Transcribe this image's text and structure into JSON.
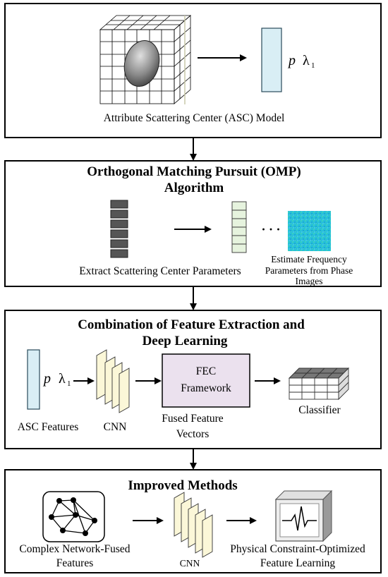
{
  "colors": {
    "border": "#000000",
    "vector_fill": "#d9eef5",
    "vector_stroke": "#2a4a5a",
    "param_fill": "#e6f3de",
    "cnn_fill": "#fbf7d8",
    "fec_fill": "#ebe1ee",
    "dark_block": "#555555",
    "phase_image": "#27c0d8"
  },
  "box1": {
    "caption": "Attribute Scattering Center (ASC) Model",
    "symbol_p": "p",
    "symbol_lambda": "λ",
    "symbol_sub": "1"
  },
  "box2": {
    "title_line1": "Orthogonal Matching Pursuit (OMP)",
    "title_line2": "Algorithm",
    "extract_label": "Extract Scattering Center Parameters",
    "ellipsis": "· · ·",
    "estimate_line1": "Estimate Frequency",
    "estimate_line2": "Parameters from Phase",
    "estimate_line3": "Images"
  },
  "box3": {
    "title_line1": "Combination of Feature Extraction and",
    "title_line2": "Deep Learning",
    "symbol_p": "p",
    "symbol_lambda": "λ",
    "symbol_sub": "1",
    "asc_label": "ASC Features",
    "cnn_label": "CNN",
    "fec_line1": "FEC",
    "fec_line2": "Framework",
    "fused_line1": "Fused Feature",
    "fused_line2": "Vectors",
    "classifier_label": "Classifier"
  },
  "box4": {
    "title": "Improved Methods",
    "complex_line1": "Complex Network-Fused",
    "complex_line2": "Features",
    "cnn_label": "CNN",
    "physical_line1": "Physical Constraint-Optimized",
    "physical_line2": "Feature Learning"
  }
}
